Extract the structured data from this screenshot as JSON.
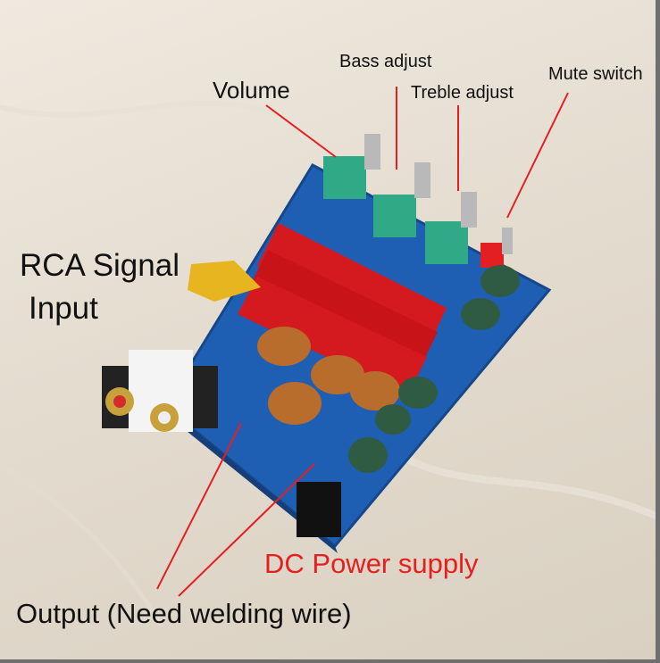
{
  "labels": {
    "volume": "Volume",
    "bass": "Bass adjust",
    "treble": "Treble adjust",
    "mute": "Mute switch",
    "rca_line1": "RCA Signal",
    "rca_line2": "Input",
    "dc_power": "DC Power supply",
    "output": "Output (Need welding wire)"
  },
  "colors": {
    "board": "#1f5fb3",
    "heatsink": "#d4191f",
    "pot": "#2fa986",
    "callout_line": "#e31f22",
    "dc_label": "#e4201e"
  }
}
